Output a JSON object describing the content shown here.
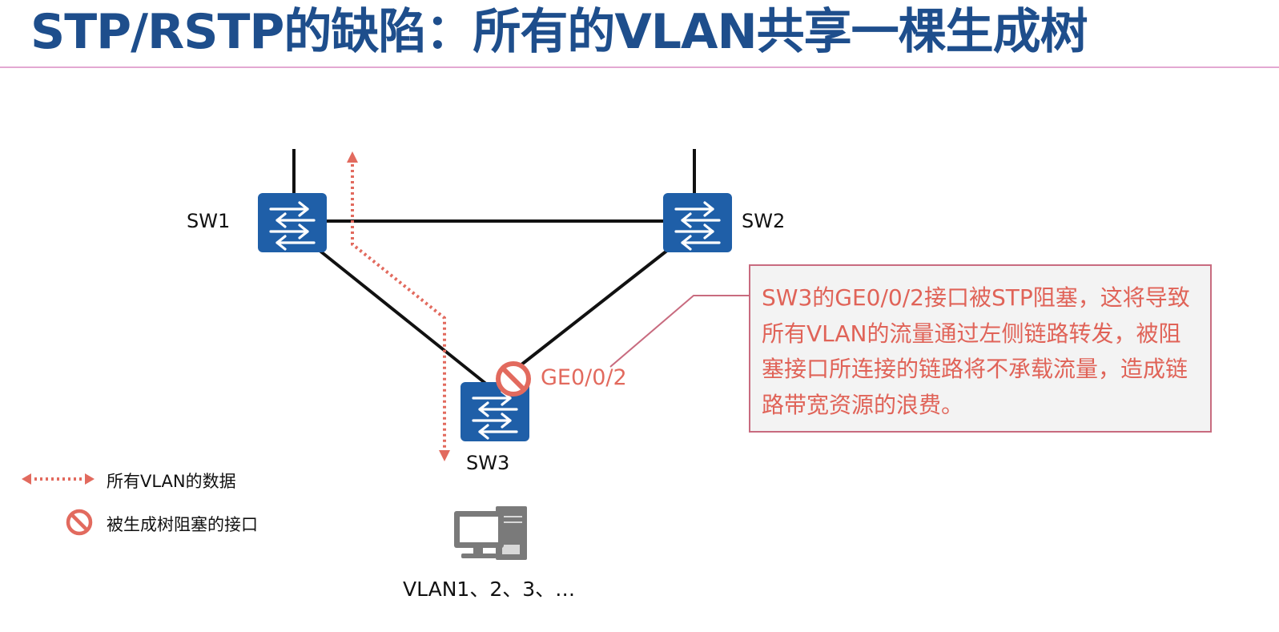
{
  "title": "STP/RSTP的缺陷：所有的VLAN共享一棵生成树",
  "switches": {
    "sw1": "SW1",
    "sw2": "SW2",
    "sw3": "SW3"
  },
  "blocked_port": {
    "label": "GE0/0/2",
    "icon": "blocked-icon"
  },
  "callout": {
    "text": "SW3的GE0/0/2接口被STP阻塞，这将导致所有VLAN的流量通过左侧链路转发，被阻塞接口所连接的链路将不承载流量，造成链路带宽资源的浪费。"
  },
  "legend": {
    "data_flow": "所有VLAN的数据",
    "blocked": "被生成树阻塞的接口"
  },
  "host": {
    "label": "VLAN1、2、3、…",
    "icon": "computer-icon"
  },
  "colors": {
    "title": "#1e4e8c",
    "switch": "#1f5fa8",
    "accent": "#e26a5e",
    "callout_border": "#c86b7f",
    "callout_bg": "#f3f3f3"
  }
}
